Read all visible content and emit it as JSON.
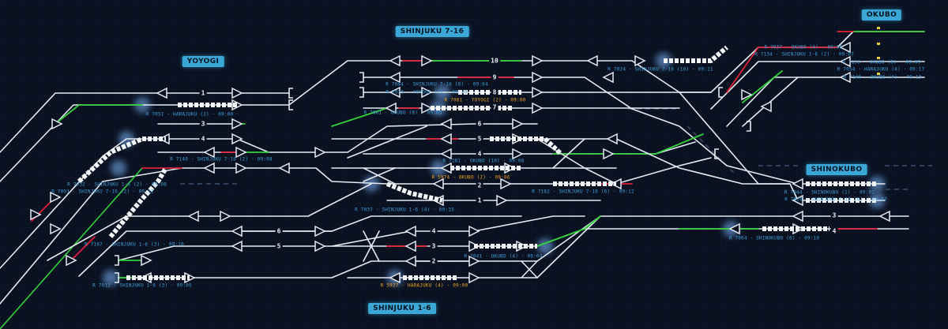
{
  "colors": {
    "background": "#0a1222",
    "grid": "#15223a",
    "track": "#e6ebf2",
    "signal_green": "#31d13a",
    "signal_red": "#e0203a",
    "train": "#f4f6fa",
    "station_label_bg": "#3aa7d6",
    "info_blue": "#3f9fd8",
    "info_orange": "#f0a020",
    "marker_yellow": "#e8d040"
  },
  "stations": {
    "yoyogi": "YOYOGI",
    "shinjuku_7_16": "SHINJUKU 7-16",
    "okubo": "OKUBO",
    "shinokubo": "SHINOKUBO",
    "shinjuku_1_6": "SHINJUKU 1-6"
  },
  "track_numbers": {
    "yoyogi": [
      "1",
      "3",
      "4"
    ],
    "shinjuku_north": [
      "10",
      "9",
      "8",
      "7"
    ],
    "shinjuku_mid": [
      "6",
      "5",
      "4",
      "2",
      "1"
    ],
    "shinjuku_south_left": [
      "6",
      "5"
    ],
    "shinjuku_south_right": [
      "4",
      "3",
      "2"
    ],
    "shinokubo": [
      "3",
      "4"
    ]
  },
  "train_info": [
    {
      "text": "R 7051 · HARAJUKU (2) · 09:00",
      "color": "blue"
    },
    {
      "text": "R 7044 · SHINJUKU 7-16 (8) · 09:04",
      "color": "blue"
    },
    {
      "text": "R 7081 · YOYOGI (2) · 09:00",
      "color": "orange"
    },
    {
      "text": "R 7061 · OKUBO (8) · 09:05",
      "color": "blue"
    },
    {
      "text": "R 7161 · OKUBO (10) · 09:08",
      "color": "blue"
    },
    {
      "text": "R 7182 · SHINJUKU 7-16 (6) · 09:12",
      "color": "blue"
    },
    {
      "text": "R 7024 · SHINJUKU 7-16 (10) · 09:11",
      "color": "blue"
    },
    {
      "text": "R 7134 · SHINJUKU 1-6 (2) · 09:07",
      "color": "blue"
    },
    {
      "text": "R 7054 · HARAJUKU (4) · 09:17",
      "color": "blue"
    },
    {
      "text": "R 7001 · SHINJUKU 7-16 (2) · 09:12",
      "color": "blue"
    },
    {
      "text": "R 7032 · SHINJUKU 1-6 (2) · 09:08",
      "color": "blue"
    },
    {
      "text": "R 7167 · SHINJUKU 1-6 (3) · 09:10",
      "color": "blue"
    },
    {
      "text": "R 7012 · SHINJUKU 1-6 (3) · 09:05",
      "color": "blue"
    },
    {
      "text": "R 7037 · SHINJUKU 1-6 (4) · 09:15",
      "color": "blue"
    },
    {
      "text": "R 7041 · OKUBO (4) · 09:04",
      "color": "blue"
    },
    {
      "text": "R 7064 · SHINOKUBO (6) · 09:10",
      "color": "blue"
    },
    {
      "text": "R 7044 · SHINOKUBO (1) · 09:02",
      "color": "blue"
    },
    {
      "text": "R 7026 · SHINJUKU 7-16 (8) · 09:07",
      "color": "blue"
    },
    {
      "text": "R 7140 · SHINJUKU 7-16 (2) · 09:08",
      "color": "blue"
    },
    {
      "text": "R 7140 · OKUBO (4) · 09:13",
      "color": "blue"
    },
    {
      "text": "R 5974 · OKUBO (2) · 09:06",
      "color": "orange"
    },
    {
      "text": "R 7025 · YOYOGI (2) · 09:20",
      "color": "blue"
    },
    {
      "text": "R 7037 · OKUBO (4) · 09:06",
      "color": "blue"
    },
    {
      "text": "R 7153 · OKUBO (8) · 09:09",
      "color": "blue"
    },
    {
      "text": "R 5927 · HARAJUKU (4) · 09:00",
      "color": "orange"
    }
  ]
}
